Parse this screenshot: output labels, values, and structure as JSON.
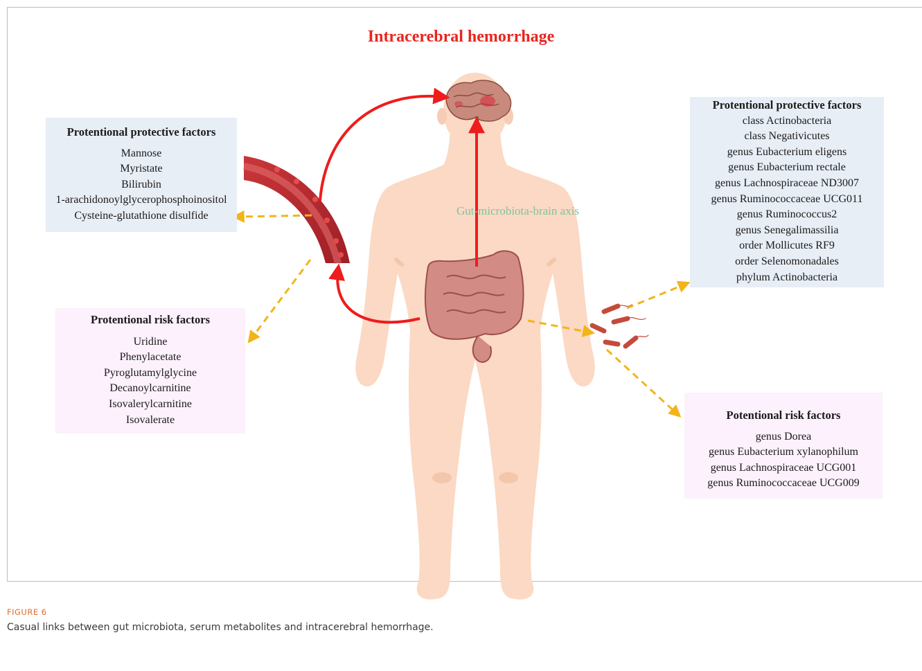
{
  "title": "Intracerebral hemorrhage",
  "axis_label": "Gut-microbiota-brain axis",
  "boxes": {
    "top_left": {
      "heading": "Protentional protective factors",
      "items": [
        "Mannose",
        "Myristate",
        "Bilirubin",
        "1-arachidonoylglycerophosphoinositol",
        "Cysteine-glutathione disulfide"
      ]
    },
    "bottom_left": {
      "heading": "Protentional risk factors",
      "items": [
        "Uridine",
        "Phenylacetate",
        "Pyroglutamylglycine",
        "Decanoylcarnitine",
        "Isovalerylcarnitine",
        "Isovalerate"
      ]
    },
    "top_right": {
      "heading": "Protentional protective factors",
      "items": [
        "class Actinobacteria",
        "class Negativicutes",
        "genus Eubacterium eligens",
        "genus Eubacterium rectale",
        "genus Lachnospiraceae ND3007",
        "genus Ruminococcaceae UCG011",
        "genus Ruminococcus2",
        "genus Senegalimassilia",
        "order Mollicutes RF9",
        "order Selenomonadales",
        "phylum Actinobacteria"
      ]
    },
    "bottom_right": {
      "heading": "Potentional risk factors",
      "items": [
        "genus Dorea",
        "genus Eubacterium xylanophilum",
        "genus Lachnospiraceae UCG001",
        "genus Ruminococcaceae UCG009"
      ]
    }
  },
  "caption": {
    "label": "FIGURE 6",
    "text": "Casual links between gut microbiota, serum metabolites and intracerebral hemorrhage."
  },
  "colors": {
    "title_red": "#e8261f",
    "arrow_red": "#ee1c1c",
    "dashed_arrow": "#f2b418",
    "skin": "#fbd9c4",
    "protective_box": "#e8eef6",
    "risk_box": "#fcf1fc",
    "axis_text": "#7ec4a4",
    "figure_label": "#e06a2a"
  },
  "icons": [
    "human-body-illustration",
    "brain-illustration",
    "blood-vessel-illustration",
    "intestine-illustration",
    "bacteria-illustration"
  ]
}
